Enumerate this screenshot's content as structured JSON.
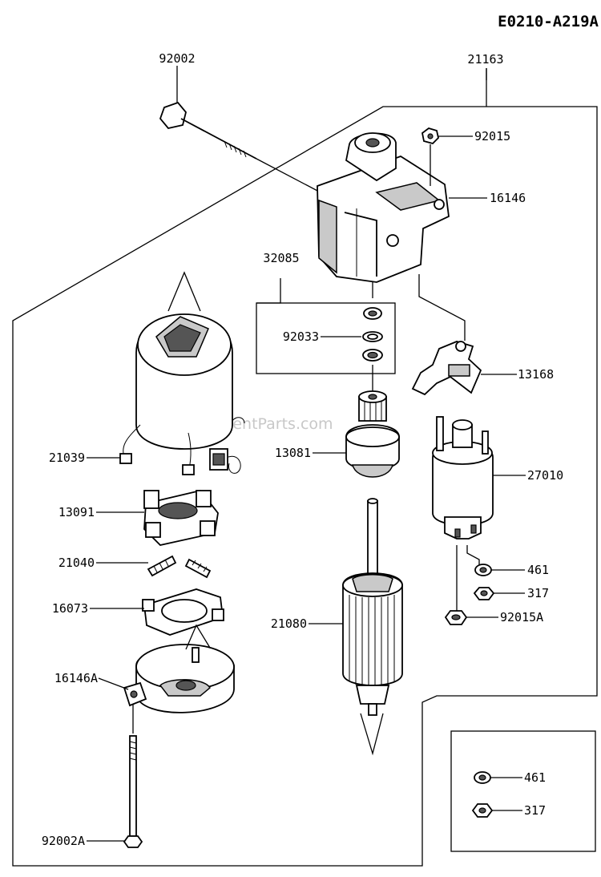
{
  "diagram": {
    "code": "E0210-A219A",
    "watermark": "eReplacementParts.com"
  },
  "callouts": [
    "92002",
    "21163",
    "92015",
    "16146",
    "32085",
    "92033",
    "13168",
    "13081",
    "27010",
    "21039",
    "13091",
    "21040",
    "16073",
    "21080",
    "16146A",
    "92002A",
    "461",
    "317",
    "92015A",
    "461",
    "317"
  ]
}
